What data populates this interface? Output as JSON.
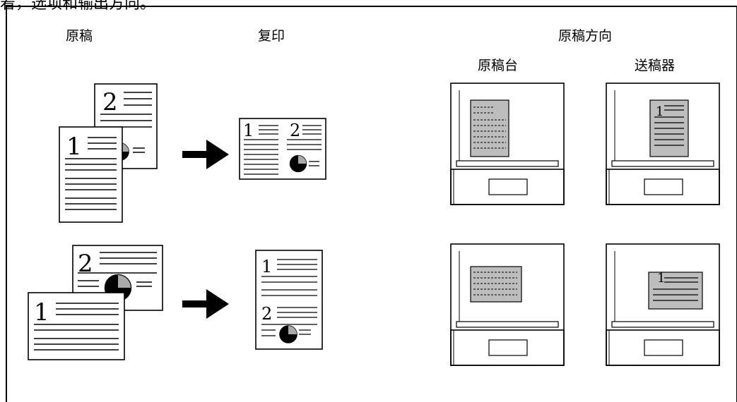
{
  "caption": "着，选项和输出方向。",
  "headers": {
    "originals": "原稿",
    "copy": "复印",
    "orientation": "原稿方向",
    "platen": "原稿台",
    "feeder": "送稿器"
  },
  "page_numbers": [
    "1",
    "2"
  ],
  "colors": {
    "line": "#000000",
    "paper": "#ffffff",
    "doc_gray": "#bdbdbd"
  }
}
